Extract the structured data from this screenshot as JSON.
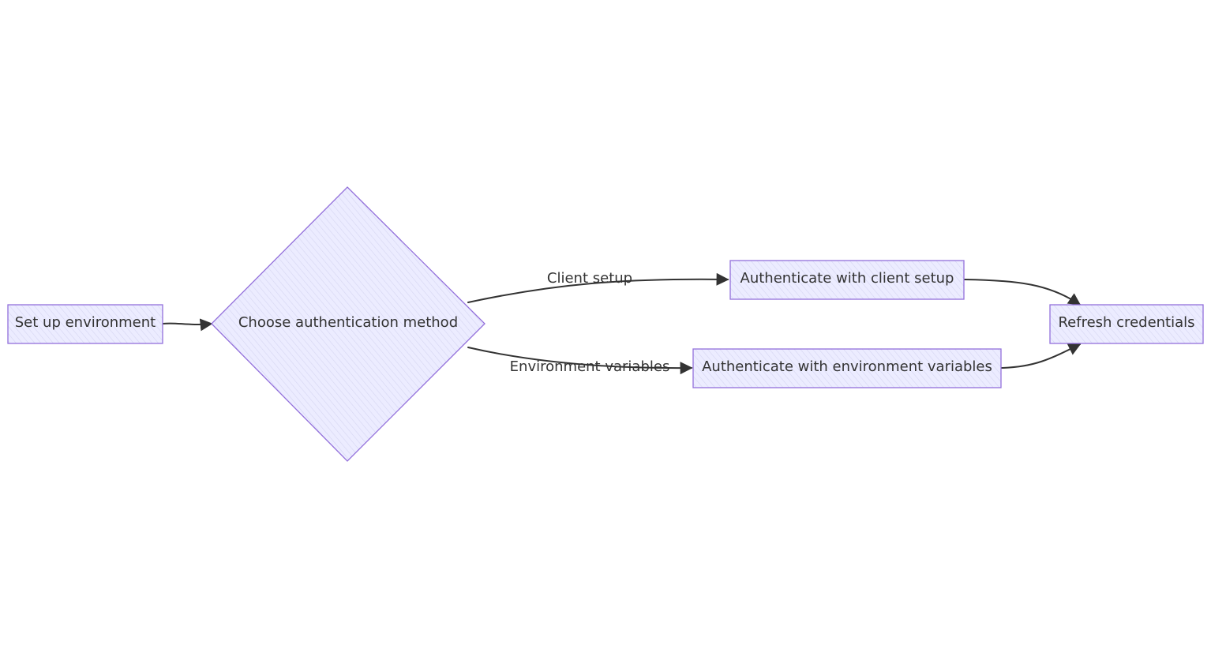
{
  "colors": {
    "node_fill": "#ECECFF",
    "node_stroke": "#9370DB",
    "edge": "#333333",
    "text": "#333333",
    "background": "#FFFFFF"
  },
  "nodes": {
    "setup": {
      "label": "Set up environment",
      "shape": "rect"
    },
    "choose": {
      "label": "Choose authentication method",
      "shape": "diamond"
    },
    "client": {
      "label": "Authenticate with client setup",
      "shape": "rect"
    },
    "env": {
      "label": "Authenticate with environment variables",
      "shape": "rect"
    },
    "refresh": {
      "label": "Refresh credentials",
      "shape": "rect"
    }
  },
  "edges": [
    {
      "from": "setup",
      "to": "choose",
      "label": ""
    },
    {
      "from": "choose",
      "to": "client",
      "label": "Client setup"
    },
    {
      "from": "choose",
      "to": "env",
      "label": "Environment variables"
    },
    {
      "from": "client",
      "to": "refresh",
      "label": ""
    },
    {
      "from": "env",
      "to": "refresh",
      "label": ""
    }
  ]
}
